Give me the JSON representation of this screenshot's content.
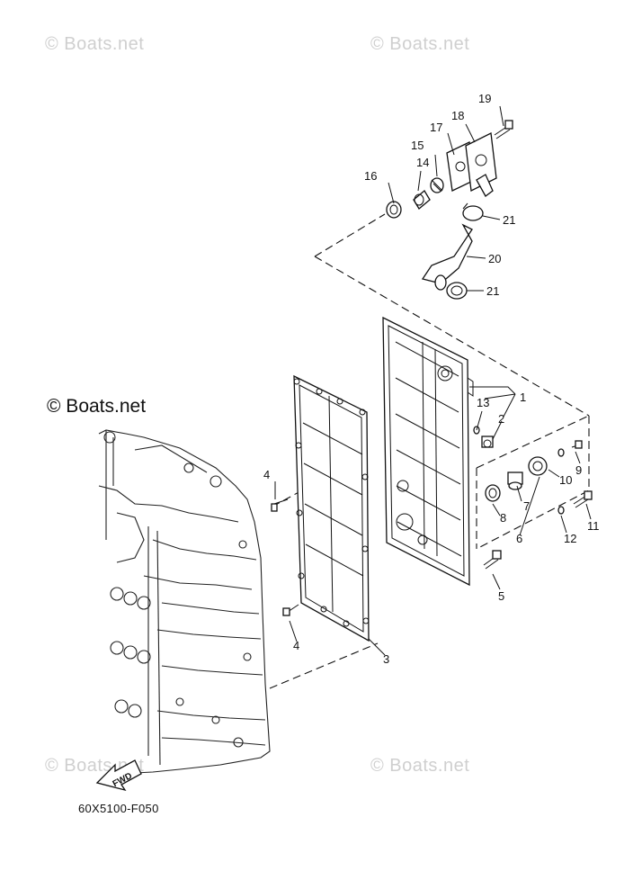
{
  "watermarks": {
    "top_left": "© Boats.net",
    "top_right": "© Boats.net",
    "middle_left": "© Boats.net",
    "bottom_left": "© Boats.net",
    "bottom_right": "© Boats.net"
  },
  "diagram_code": "60X5100-F050",
  "fwd_label": "FWD",
  "callouts": {
    "c1": "1",
    "c2": "2",
    "c3": "3",
    "c4a": "4",
    "c4b": "4",
    "c5": "5",
    "c6": "6",
    "c7": "7",
    "c8": "8",
    "c9": "9",
    "c10": "10",
    "c11": "11",
    "c12": "12",
    "c13": "13",
    "c14": "14",
    "c15": "15",
    "c16": "16",
    "c17": "17",
    "c18": "18",
    "c19": "19",
    "c20": "20",
    "c21a": "21",
    "c21b": "21"
  }
}
